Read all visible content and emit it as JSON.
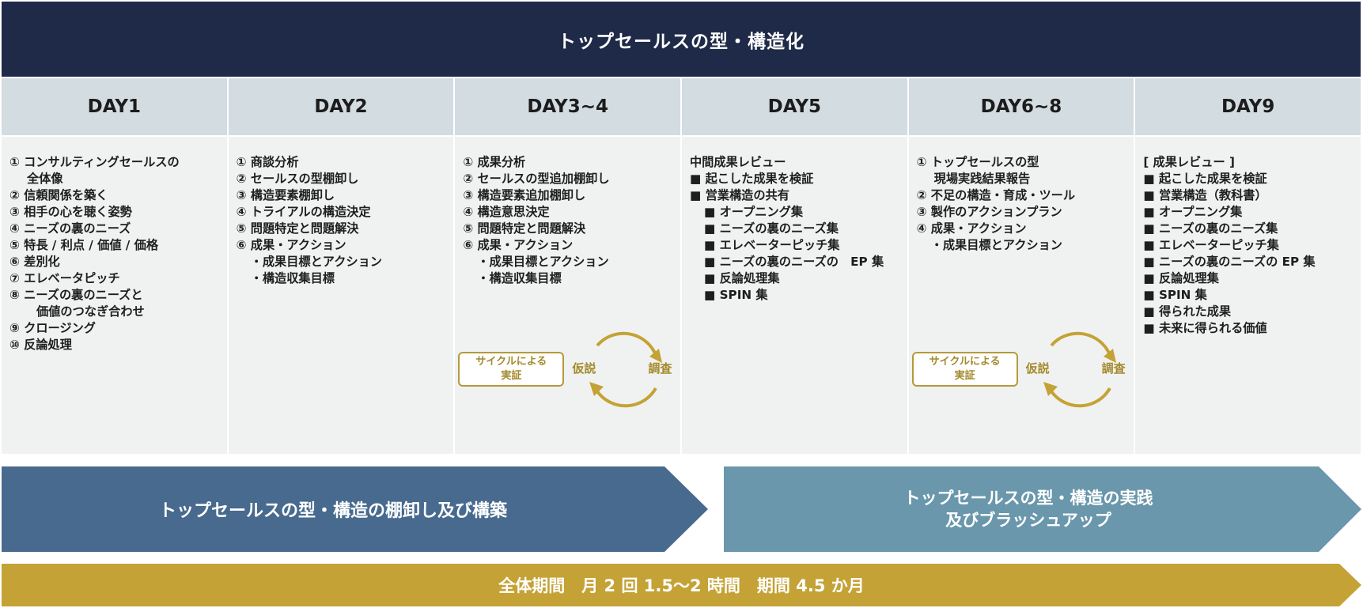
{
  "title": "トップセールスの型・構造化",
  "columns": [
    {
      "header": "DAY1",
      "items": [
        {
          "text": "① コンサルティングセールスの",
          "level": "top"
        },
        {
          "text": "全体像",
          "level": "cont"
        },
        {
          "text": "② 信頼関係を築く",
          "level": "top"
        },
        {
          "text": "③ 相手の心を聴く姿勢",
          "level": "top"
        },
        {
          "text": "④ ニーズの裏のニーズ",
          "level": "top"
        },
        {
          "text": "⑤ 特長 / 利点 / 価値 / 価格",
          "level": "top"
        },
        {
          "text": "⑥ 差別化",
          "level": "top"
        },
        {
          "text": "⑦ エレベータピッチ",
          "level": "top"
        },
        {
          "text": "⑧ ニーズの裏のニーズと",
          "level": "top"
        },
        {
          "text": "価値のつなぎ合わせ",
          "level": "sub2"
        },
        {
          "text": "⑨ クロージング",
          "level": "top"
        },
        {
          "text": "⑩ 反論処理",
          "level": "top"
        }
      ]
    },
    {
      "header": "DAY2",
      "items": [
        {
          "text": "① 商談分析",
          "level": "top"
        },
        {
          "text": "② セールスの型棚卸し",
          "level": "top"
        },
        {
          "text": "③ 構造要素棚卸し",
          "level": "top"
        },
        {
          "text": "④ トライアルの構造決定",
          "level": "top"
        },
        {
          "text": "⑤ 問題特定と問題解決",
          "level": "top"
        },
        {
          "text": "⑥ 成果・アクション",
          "level": "top"
        },
        {
          "text": "・成果目標とアクション",
          "level": "sub3"
        },
        {
          "text": "・構造収集目標",
          "level": "sub3"
        }
      ]
    },
    {
      "header": "DAY3~4",
      "items": [
        {
          "text": "① 成果分析",
          "level": "top"
        },
        {
          "text": "② セールスの型追加棚卸し",
          "level": "top"
        },
        {
          "text": "③ 構造要素追加棚卸し",
          "level": "top"
        },
        {
          "text": "④ 構造意思決定",
          "level": "top"
        },
        {
          "text": "⑤ 問題特定と問題解決",
          "level": "top"
        },
        {
          "text": "⑥ 成果・アクション",
          "level": "top"
        },
        {
          "text": "・成果目標とアクション",
          "level": "sub3"
        },
        {
          "text": "・構造収集目標",
          "level": "sub3"
        }
      ],
      "cycle": {
        "box_line1": "サイクルによる",
        "box_line2": "実証",
        "left_label": "仮説",
        "right_label": "調査"
      }
    },
    {
      "header": "DAY5",
      "items": [
        {
          "text": "中間成果レビュー",
          "level": "top"
        },
        {
          "text": "■ 起こした成果を検証",
          "level": "top"
        },
        {
          "text": "■ 営業構造の共有",
          "level": "top"
        },
        {
          "text": "■ オープニング集",
          "level": "sub3"
        },
        {
          "text": "■ ニーズの裏のニーズ集",
          "level": "sub3"
        },
        {
          "text": "■ エレベーターピッチ集",
          "level": "sub3"
        },
        {
          "text": "■ ニーズの裏のニーズの　EP 集",
          "level": "sub3"
        },
        {
          "text": "■ 反論処理集",
          "level": "sub3"
        },
        {
          "text": "■ SPIN 集",
          "level": "sub3"
        }
      ]
    },
    {
      "header": "DAY6~8",
      "items": [
        {
          "text": "① トップセールスの型",
          "level": "top"
        },
        {
          "text": "現場実践結果報告",
          "level": "cont"
        },
        {
          "text": "② 不足の構造・育成・ツール",
          "level": "top"
        },
        {
          "text": "③ 製作のアクションプラン",
          "level": "top"
        },
        {
          "text": "④ 成果・アクション",
          "level": "top"
        },
        {
          "text": "・成果目標とアクション",
          "level": "sub3"
        }
      ],
      "cycle": {
        "box_line1": "サイクルによる",
        "box_line2": "実証",
        "left_label": "仮説",
        "right_label": "調査"
      }
    },
    {
      "header": "DAY9",
      "items": [
        {
          "text": "[ 成果レビュー ]",
          "level": "top"
        },
        {
          "text": "■ 起こした成果を検証",
          "level": "top"
        },
        {
          "text": "■ 営業構造（教科書）",
          "level": "top"
        },
        {
          "text": "■ オープニング集",
          "level": "top"
        },
        {
          "text": "■ ニーズの裏のニーズ集",
          "level": "top"
        },
        {
          "text": "■ エレベーターピッチ集",
          "level": "top"
        },
        {
          "text": "■ ニーズの裏のニーズの EP 集",
          "level": "top"
        },
        {
          "text": "■ 反論処理集",
          "level": "top"
        },
        {
          "text": "■ SPIN 集",
          "level": "top"
        },
        {
          "text": "■ 得られた成果",
          "level": "top"
        },
        {
          "text": "■ 未来に得られる価値",
          "level": "top"
        }
      ]
    }
  ],
  "phase_left": {
    "text": "トップセールスの型・構造の棚卸し及び構築"
  },
  "phase_right": {
    "line1": "トップセールスの型・構造の実践",
    "line2": "及びブラッシュアップ"
  },
  "period": {
    "text": "全体期間　月 2 回 1.5～2 時間　期間 4.5 か月"
  },
  "colors": {
    "navy": "#1e2a47",
    "header_gray": "#d2dce1",
    "body_gray": "#f0f2f1",
    "blue_dark": "#476a8e",
    "blue_light": "#6a97ab",
    "gold": "#c4a235",
    "gold_text": "#a48a2c"
  }
}
